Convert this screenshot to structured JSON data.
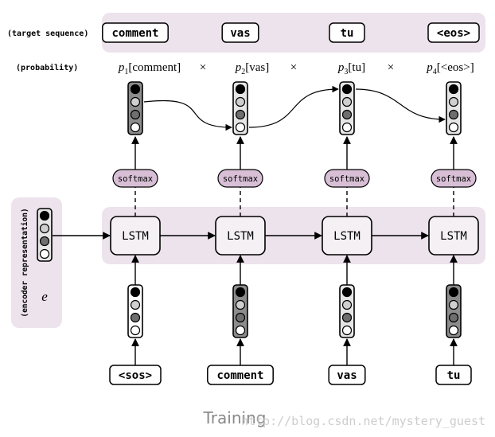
{
  "labels": {
    "target_sequence": "(target sequence)",
    "probability": "(probability)",
    "encoder_representation": "(encoder representation)",
    "encoder_symbol": "e",
    "times": "×",
    "footer_title": "Training",
    "watermark": "http://blog.csdn.net/mystery_guest"
  },
  "cell_label": "LSTM",
  "softmax_label": "softmax",
  "targets": [
    "comment",
    "vas",
    "tu",
    "<eos>"
  ],
  "inputs": [
    "<sos>",
    "comment",
    "vas",
    "tu"
  ],
  "probabilities": [
    {
      "p": "p",
      "sub": "1",
      "word": "[comment]"
    },
    {
      "p": "p",
      "sub": "2",
      "word": "[vas]"
    },
    {
      "p": "p",
      "sub": "3",
      "word": "[tu]"
    },
    {
      "p": "p",
      "sub": "4",
      "word": "[<eos>]"
    }
  ],
  "colors": {
    "panel": "#ede3ec",
    "softmax": "#d8bfd6",
    "cell": "#f4f0f4",
    "dark_vector": "#8c8c8c",
    "light_vector": "#e6e6e6",
    "white_vector": "#ffffff"
  },
  "output_vectors": [
    {
      "shade": "dark",
      "dots": [
        "black",
        "lightgray",
        "gray",
        "white"
      ]
    },
    {
      "shade": "light",
      "dots": [
        "black",
        "lightgray",
        "gray",
        "white"
      ]
    },
    {
      "shade": "light",
      "dots": [
        "black",
        "lightgray",
        "gray",
        "white"
      ]
    },
    {
      "shade": "light",
      "dots": [
        "black",
        "lightgray",
        "gray",
        "white"
      ]
    }
  ],
  "input_vectors": [
    {
      "shade": "white",
      "dots": [
        "black",
        "lightgray",
        "gray",
        "white"
      ]
    },
    {
      "shade": "dark",
      "dots": [
        "black",
        "lightgray",
        "gray",
        "white"
      ]
    },
    {
      "shade": "light",
      "dots": [
        "black",
        "lightgray",
        "gray",
        "white"
      ]
    },
    {
      "shade": "dark",
      "dots": [
        "black",
        "lightgray",
        "gray",
        "white"
      ]
    }
  ],
  "encoder_vector": {
    "shade": "light",
    "dots": [
      "black",
      "lightgray",
      "gray",
      "white"
    ]
  }
}
